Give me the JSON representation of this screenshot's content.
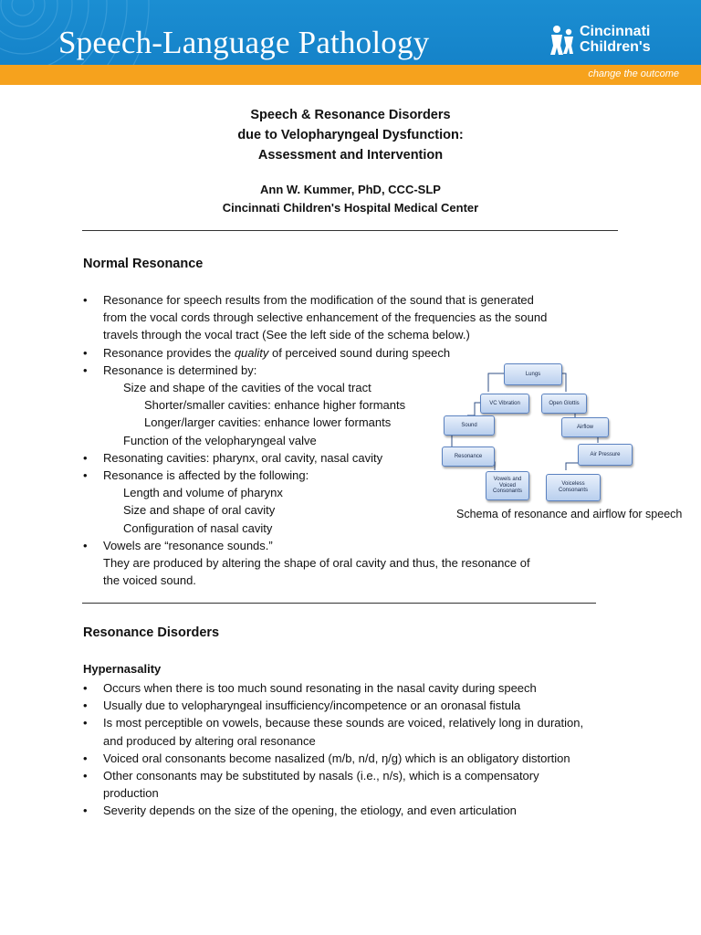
{
  "header": {
    "title": "Speech-Language Pathology",
    "logo_line1": "Cincinnati",
    "logo_line2": "Children's",
    "tagline": "change the outcome"
  },
  "document": {
    "title_lines": [
      "Speech & Resonance Disorders",
      "due to Velopharyngeal Dysfunction:",
      "Assessment and Intervention"
    ],
    "author": "Ann W. Kummer, PhD, CCC-SLP",
    "affiliation": "Cincinnati Children's Hospital Medical Center"
  },
  "normal_resonance": {
    "heading": "Normal Resonance",
    "bullet1": [
      "Resonance for speech results from the modification of the sound that is generated",
      "from the vocal cords through selective enhancement of the frequencies as the sound",
      "travels through the vocal tract (See the left side of the schema below.)"
    ],
    "bullet2_pre": "Resonance provides the ",
    "bullet2_em": "quality",
    "bullet2_post": " of perceived sound during speech",
    "bullet3": "Resonance is determined by:",
    "bullet3_sub": [
      "Size and shape of the cavities of the vocal tract",
      "Shorter/smaller cavities: enhance higher formants",
      "Longer/larger cavities: enhance lower formants",
      "Function of the velopharyngeal valve"
    ],
    "bullet4": "Resonating cavities: pharynx, oral cavity, nasal cavity",
    "bullet5": "Resonance is affected by the following:",
    "bullet5_sub": [
      "Length and volume of pharynx",
      "Size and shape of oral cavity",
      "Configuration of nasal cavity"
    ],
    "bullet6": "Vowels are “resonance sounds.”",
    "bullet6_cont": [
      "They are produced by altering the shape of oral cavity and thus, the resonance of",
      "the voiced sound."
    ]
  },
  "schema": {
    "nodes": [
      "Lungs",
      "VC Vibration",
      "Open Glottis",
      "Sound",
      "Airflow",
      "Resonance",
      "Air Pressure",
      "Vowels and Voiced Consonants",
      "Voiceless Consonants"
    ],
    "caption": "Schema of resonance and airflow for speech"
  },
  "resonance_disorders": {
    "heading": "Resonance Disorders",
    "subheading": "Hypernasality",
    "bullets": [
      "Occurs when there is too much sound resonating in the nasal cavity during speech",
      "Usually due to velopharyngeal insufficiency/incompetence or an oronasal fistula",
      "Is most perceptible on vowels, because these sounds are voiced, relatively long in duration,",
      "Voiced oral consonants become nasalized (m/b, n/d, ŋ/g) which is an obligatory distortion",
      "Other consonants may be substituted by nasals (i.e., n/s), which is a compensatory",
      "Severity depends on the size of the opening, the etiology, and even articulation"
    ],
    "bullet3_cont": "and produced by altering oral resonance",
    "bullet5_cont": "production"
  },
  "colors": {
    "banner_blue": "#1787cd",
    "banner_orange": "#f6a21d",
    "node_border": "#5b82c0"
  },
  "bullet_glyph": "•"
}
